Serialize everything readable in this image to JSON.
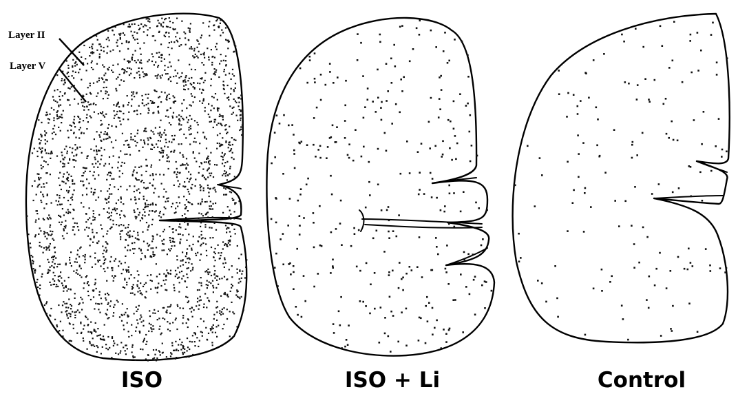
{
  "panels": [
    {
      "id": "iso",
      "label": "ISO"
    },
    {
      "id": "iso-li",
      "label": "ISO + Li"
    },
    {
      "id": "control",
      "label": "Control"
    }
  ],
  "annotations": [
    {
      "text": "Layer II"
    },
    {
      "text": "Layer V"
    }
  ]
}
